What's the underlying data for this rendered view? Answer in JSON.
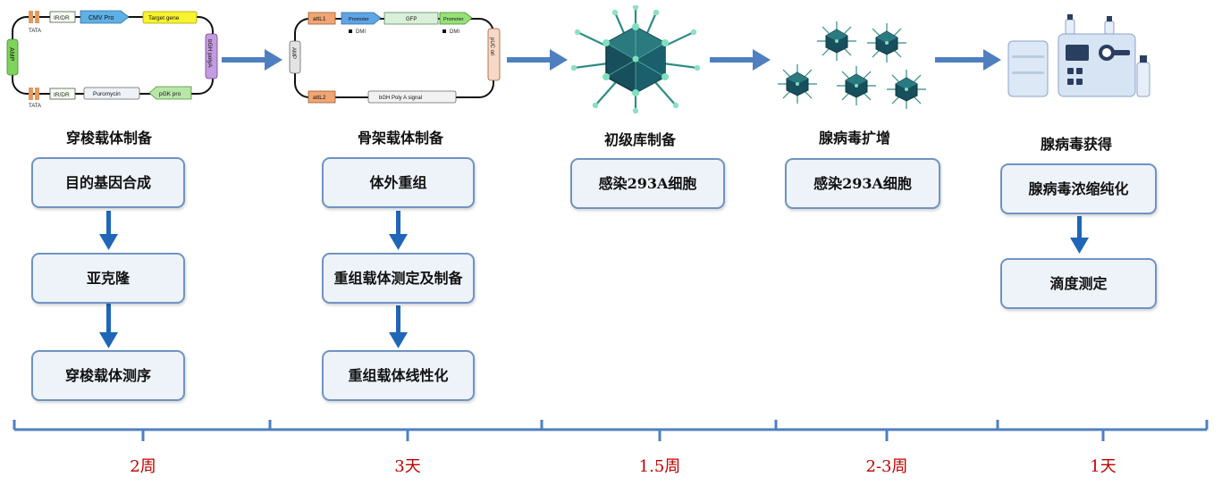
{
  "stages": [
    {
      "title": "穿梭载体制备",
      "steps": [
        "目的基因合成",
        "亚克隆",
        "穿梭载体测序"
      ],
      "duration": "2周"
    },
    {
      "title": "骨架载体制备",
      "steps": [
        "体外重组",
        "重组载体测定及制备",
        "重组载体线性化"
      ],
      "duration": "3天"
    },
    {
      "title": "初级库制备",
      "steps": [
        "感染293A细胞"
      ],
      "duration": "1.5周"
    },
    {
      "title": "腺病毒扩增",
      "steps": [
        "感染293A细胞"
      ],
      "duration": "2-3周"
    },
    {
      "title": "腺病毒获得",
      "steps": [
        "腺病毒浓缩纯化",
        "滴度测定"
      ],
      "duration": "1天"
    }
  ],
  "shuttle_map": {
    "top": [
      "TATA",
      "IR/DR",
      "CMV Pro",
      "Target gene"
    ],
    "bottom": [
      "TATA",
      "IR/DR",
      "Puromycin",
      "pGK pro"
    ],
    "left": "AMP",
    "right": "bGH polyA"
  },
  "backbone_map": {
    "top": [
      "attL1",
      "Promoter",
      "GFP",
      "Promoter"
    ],
    "marks": [
      "DMI",
      "DMI"
    ],
    "bottom": [
      "attL2",
      "bGH Poly A signal"
    ],
    "left": "AMP",
    "right": "pUC ori"
  },
  "colors": {
    "arrow": "#4f7fbf",
    "box_border": "#6f93c4",
    "box_fill": "#eef3f9",
    "duration": "#c00000",
    "virus": "#1e5a6a",
    "virus_light": "#6fd4b0"
  }
}
